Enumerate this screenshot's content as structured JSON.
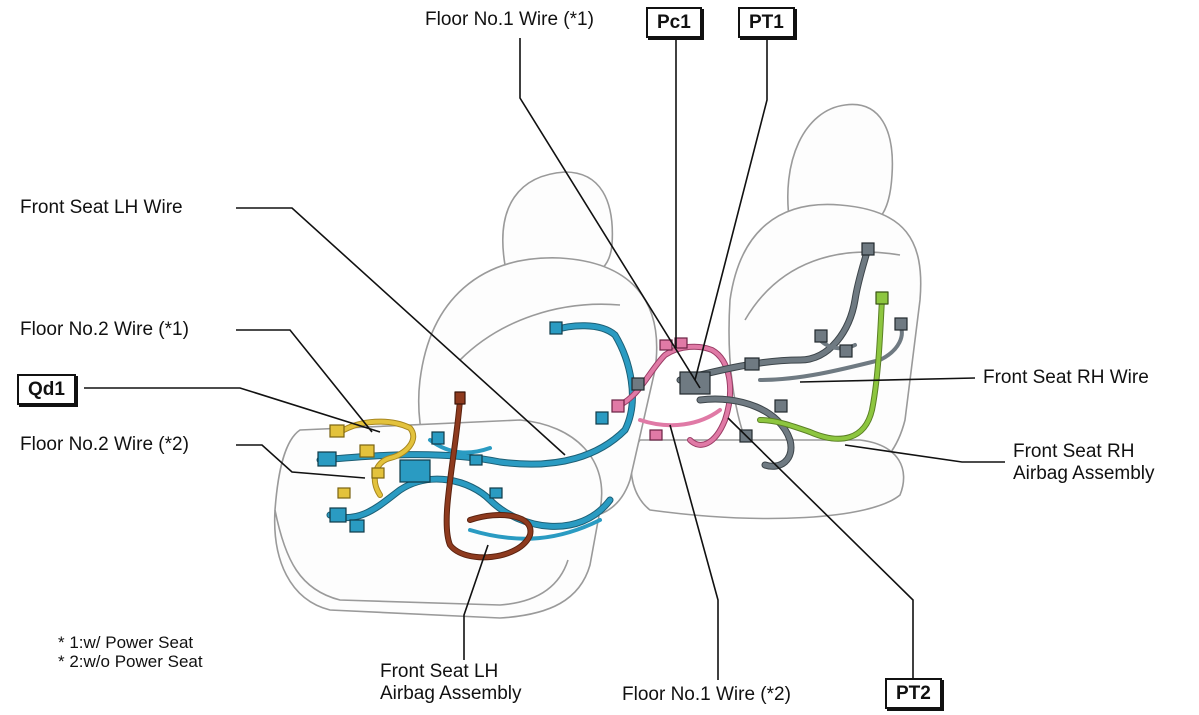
{
  "labels": {
    "floor_no1_wire_1": "Floor No.1 Wire (*1)",
    "pc1": "Pc1",
    "pt1": "PT1",
    "front_seat_lh_wire": "Front Seat LH Wire",
    "floor_no2_wire_1": "Floor No.2 Wire (*1)",
    "qd1": "Qd1",
    "floor_no2_wire_2": "Floor No.2 Wire (*2)",
    "front_seat_rh_wire": "Front Seat RH Wire",
    "front_seat_rh_airbag": [
      "Front Seat RH",
      "Airbag Assembly"
    ],
    "front_seat_lh_airbag": [
      "Front Seat LH",
      "Airbag Assembly"
    ],
    "floor_no1_wire_2": "Floor No.1 Wire (*2)",
    "pt2": "PT2"
  },
  "notes": [
    "* 1:w/ Power Seat",
    "* 2:w/o Power Seat"
  ],
  "colors": {
    "outline": "#9a9a9a",
    "front_seat_lh_wire": "#2a9bc2",
    "floor_no2_wire": "#e3c23c",
    "front_seat_lh_airbag": "#8e3a1e",
    "floor_no1_wire": "#e07aa6",
    "front_seat_rh_wire": "#6f7a82",
    "front_seat_rh_airbag": "#8dc63f"
  }
}
